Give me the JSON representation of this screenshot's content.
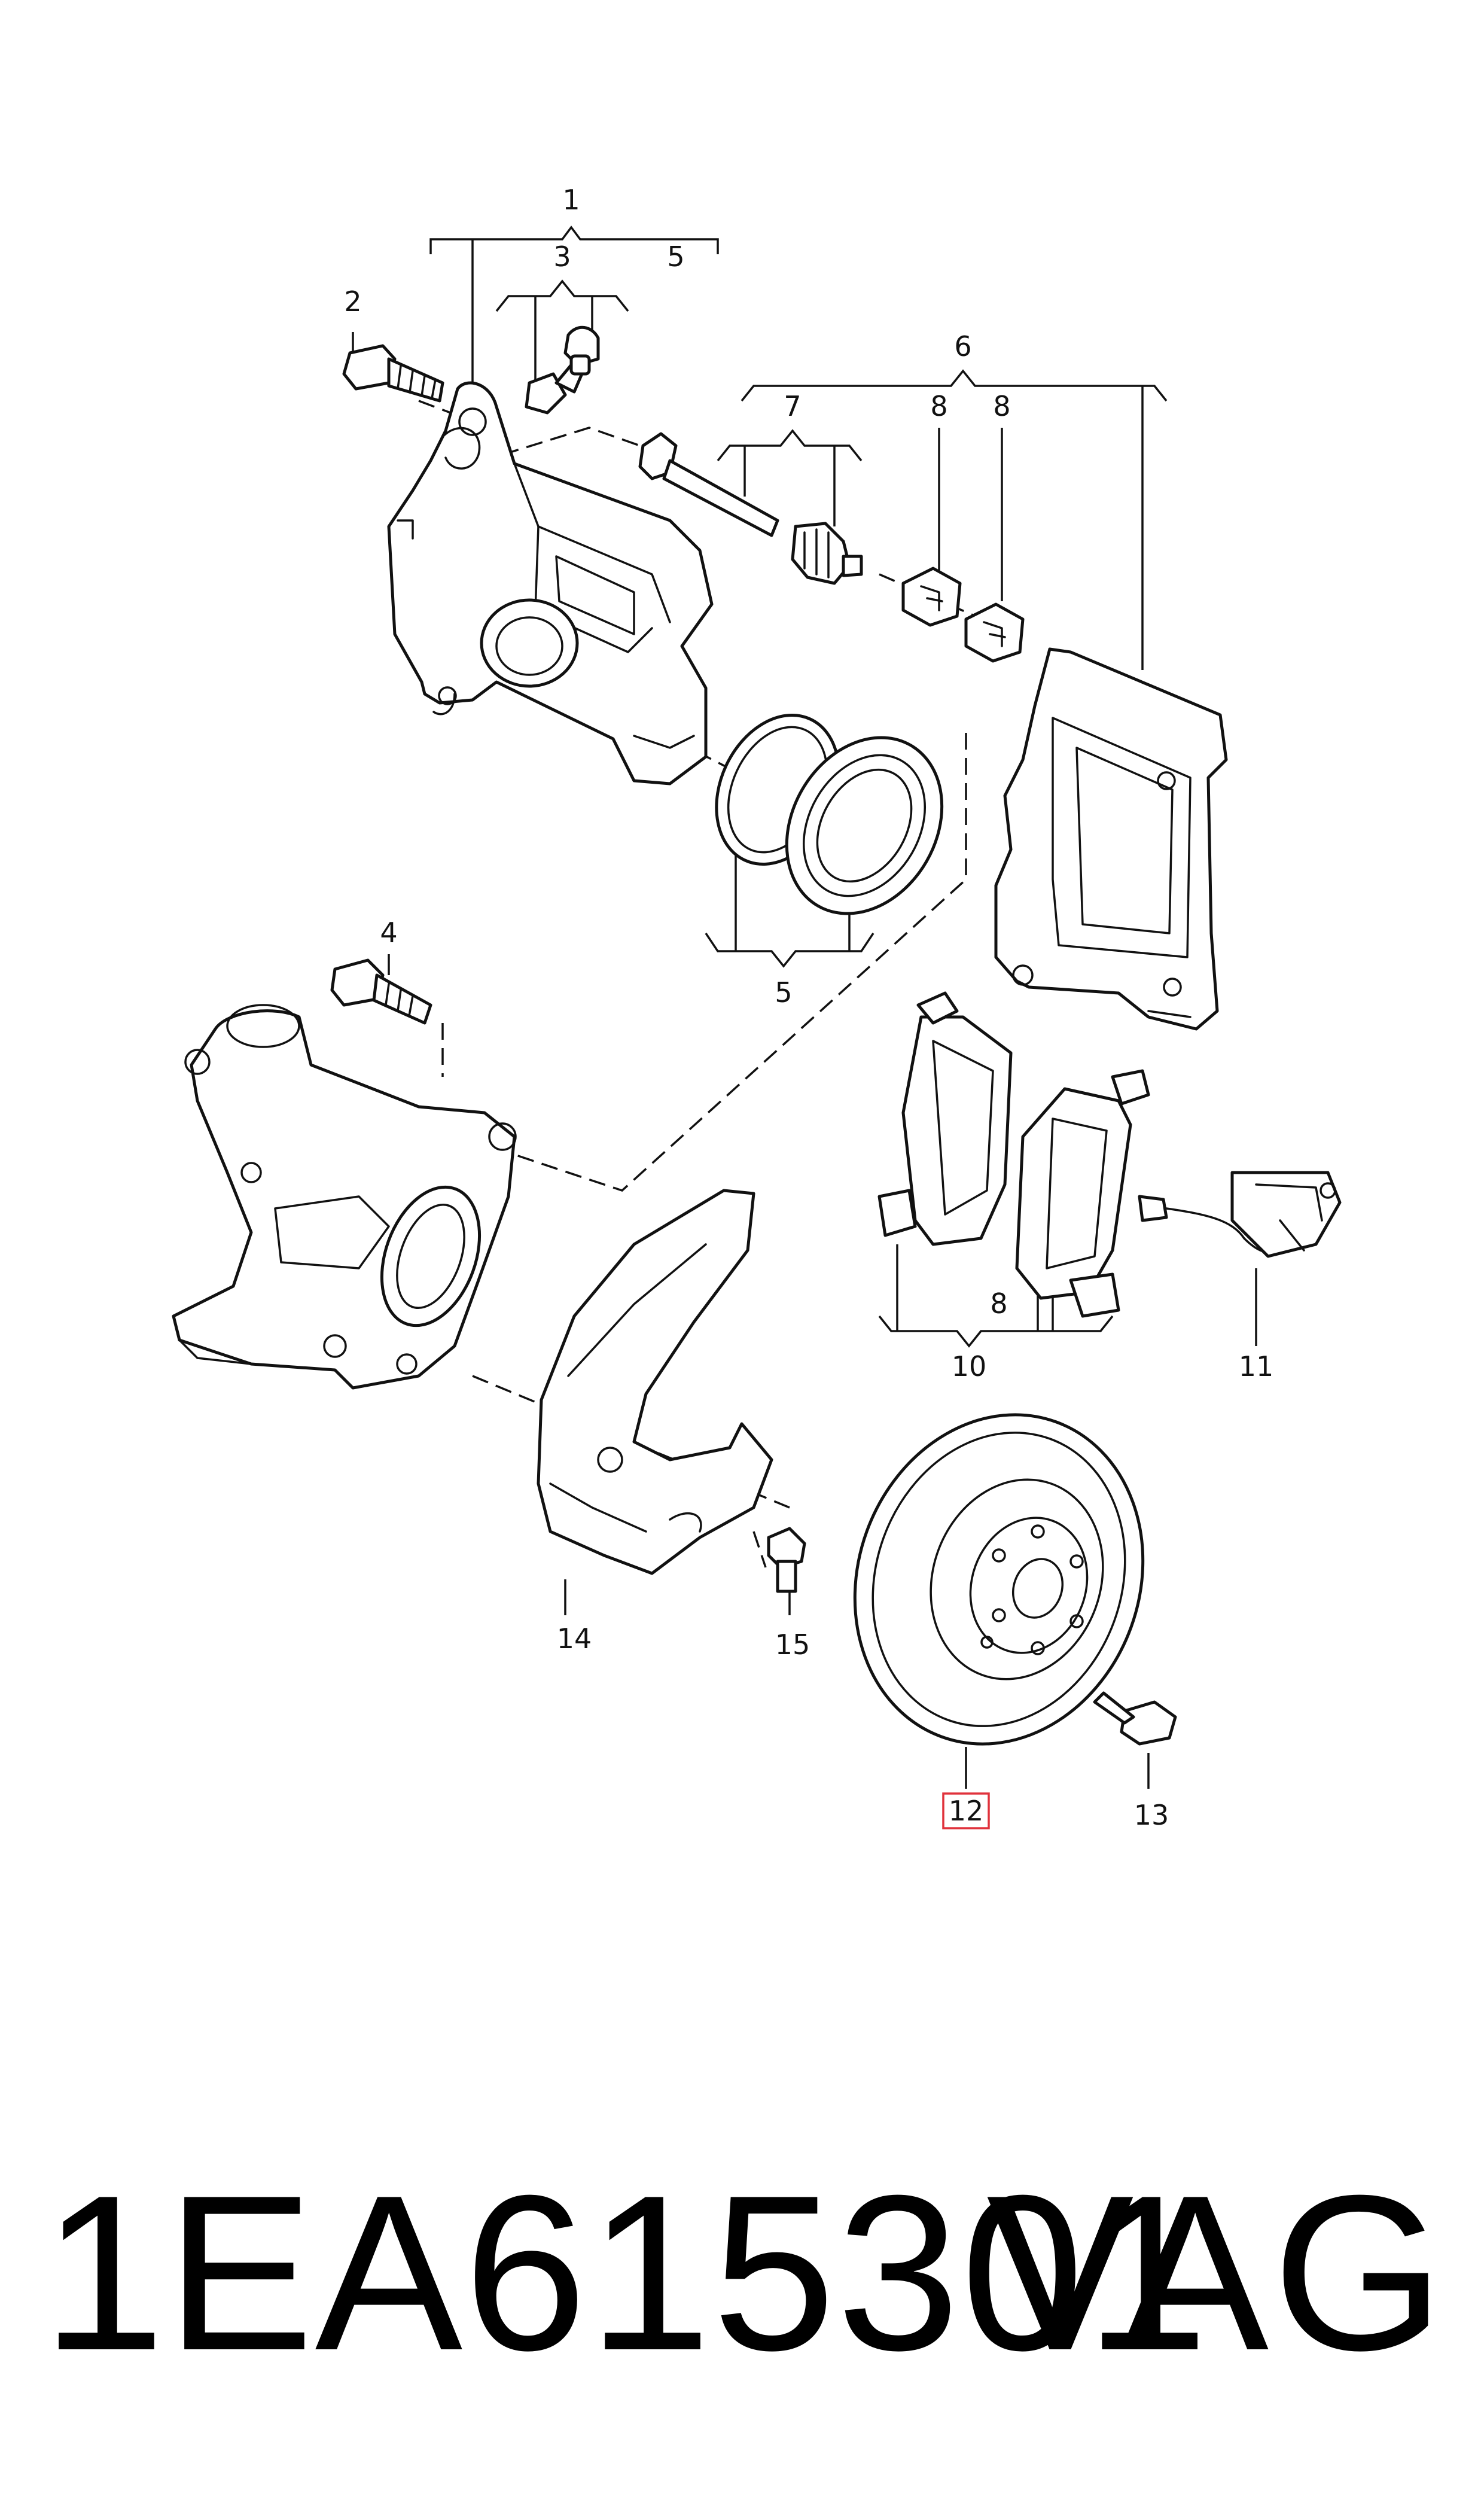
{
  "labels": {
    "n1": "1",
    "n2": "2",
    "n3": "3",
    "n4": "4",
    "n5a": "5",
    "n5b": "5",
    "n6": "6",
    "n7": "7",
    "n8a": "8",
    "n8b": "8",
    "n8c": "8",
    "n10": "10",
    "n11": "11",
    "n12": "12",
    "n13": "13",
    "n14": "14",
    "n15": "15"
  },
  "highlight_color": "#e0323c",
  "caption": {
    "part_number": "1EA615301",
    "brand": "VAG"
  }
}
